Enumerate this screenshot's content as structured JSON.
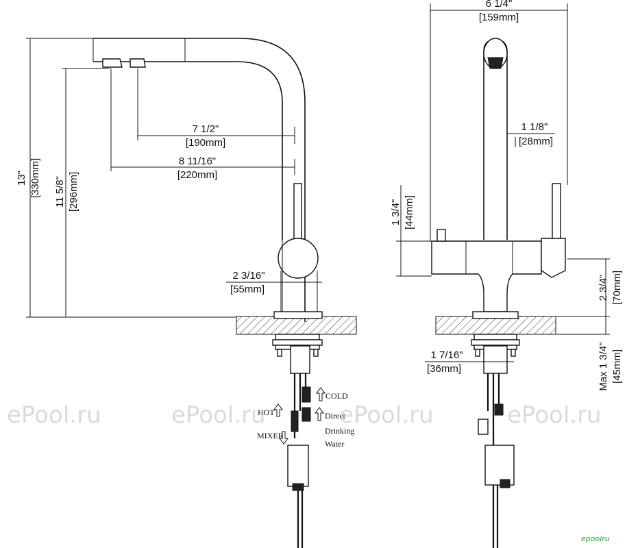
{
  "side_view": {
    "dims": {
      "height_total": "13\"",
      "height_total_mm": "[330mm]",
      "height_spout": "11 5/8\"",
      "height_spout_mm": "[296mm]",
      "reach_a": "7 1/2\"",
      "reach_a_mm": "[190mm]",
      "reach_b": "8 11/16\"",
      "reach_b_mm": "[220mm]",
      "base_dia": "2 3/16\"",
      "base_dia_mm": "[55mm]"
    },
    "hose_labels": {
      "cold": "COLD",
      "hot": "HOT",
      "direct_line1": "Direct",
      "direct_line2": "Drinking",
      "direct_line3": "Water",
      "mixer": "MIXER"
    }
  },
  "front_view": {
    "dims": {
      "width": "6 1/4\"",
      "width_mm": "[159mm]",
      "spout_dia": "1 1/8\"",
      "spout_dia_mm": "[28mm]",
      "lever_height": "1 3/4\"",
      "lever_height_mm": "[44mm]",
      "body_height": "2 3/4\"",
      "body_height_mm": "[70mm]",
      "shank_dia": "1 7/16\"",
      "shank_dia_mm": "[36mm]",
      "deck_max": "Max 1 3/4\"",
      "deck_max_mm": "[45mm]"
    }
  },
  "watermarks": [
    "ePool.ru",
    "ePool.ru",
    "ePool.ru",
    "ePool.ru"
  ],
  "brand_mark": "epoolru"
}
